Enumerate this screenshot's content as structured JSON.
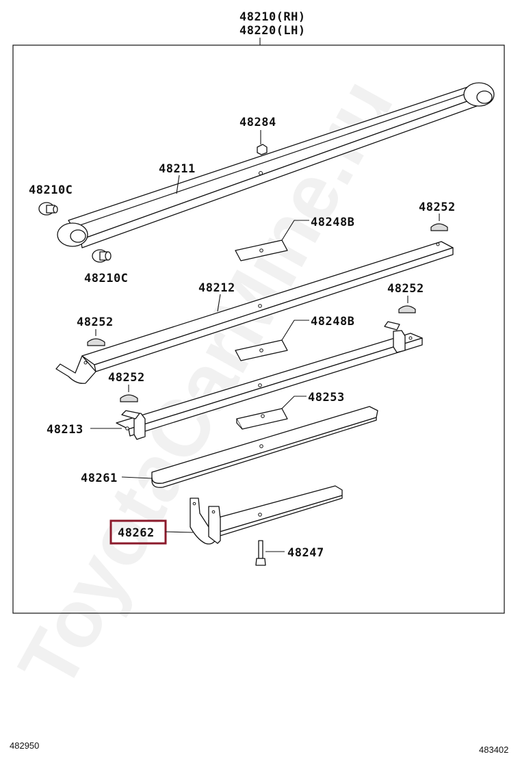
{
  "diagram": {
    "header_lines": [
      "48210(RH)",
      "48220(LH)"
    ],
    "labels": {
      "p48284": "48284",
      "p48211": "48211",
      "p48210c_top": "48210C",
      "p48210c_bottom": "48210C",
      "p48252_a": "48252",
      "p48248b_a": "48248B",
      "p48212": "48212",
      "p48252_b": "48252",
      "p48252_c": "48252",
      "p48248b_b": "48248B",
      "p48252_d": "48252",
      "p48253": "48253",
      "p48213": "48213",
      "p48261": "48261",
      "p48262": "48262",
      "p48247": "48247"
    },
    "highlight_color": "#8b1a2b",
    "footer_left": "482950",
    "footer_right": "483402",
    "watermark": "ToyotaCarMine.ru"
  }
}
